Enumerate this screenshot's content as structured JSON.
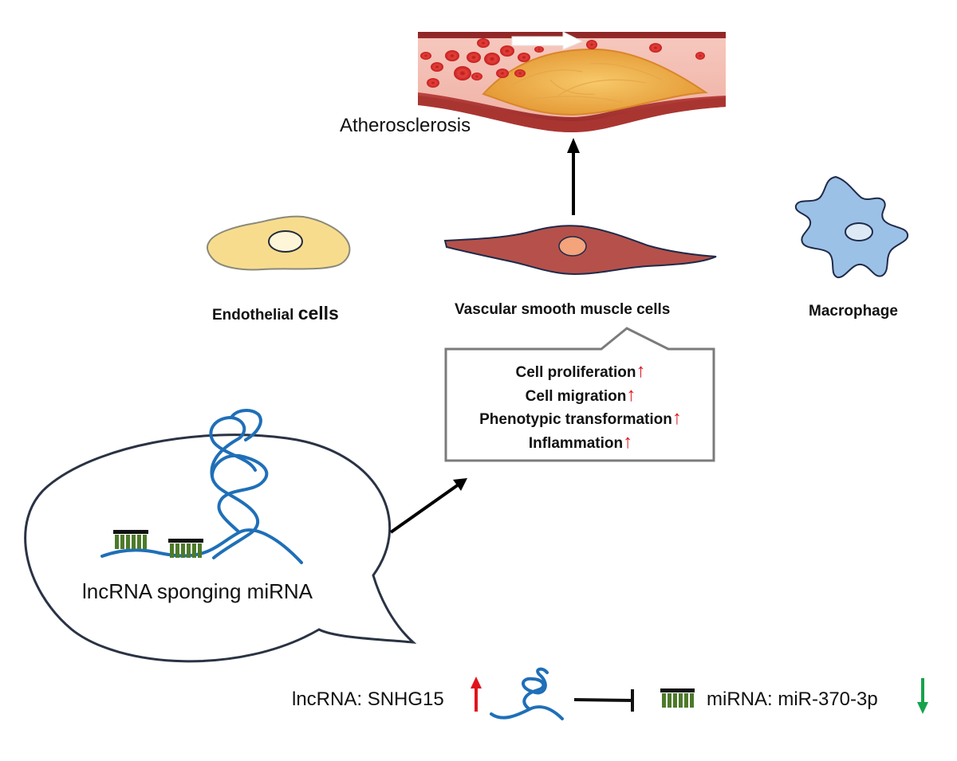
{
  "figure": {
    "top_label": "Atherosclerosis",
    "cells": {
      "endothelial": {
        "text": "Endothelial ",
        "emphasis": "cells"
      },
      "vsmc": "Vascular smooth muscle cells",
      "macrophage": "Macrophage"
    },
    "effects": [
      {
        "text": "Cell proliferation",
        "trend": "up"
      },
      {
        "text": "Cell migration",
        "trend": "up"
      },
      {
        "text": "Phenotypic transformation",
        "trend": "up"
      },
      {
        "text": "Inflammation",
        "trend": "up"
      }
    ],
    "bubble_label": "lncRNA sponging miRNA",
    "legend": {
      "lncrna": "lncRNA: SNHG15",
      "lncrna_trend": "up",
      "mirna": "miRNA: miR-370-3p",
      "mirna_trend": "down"
    },
    "colors": {
      "up_arrow": "#e0141e",
      "down_arrow": "#16a34a",
      "rna_strand": "#1f6fb8",
      "mirna_teeth": "#4d7a2a",
      "vsmc_fill": "#b5514a",
      "endothelial_fill": "#f8dc8e",
      "macrophage_fill": "#9cc1e6",
      "vessel_wall": "#9e2c2c"
    }
  }
}
